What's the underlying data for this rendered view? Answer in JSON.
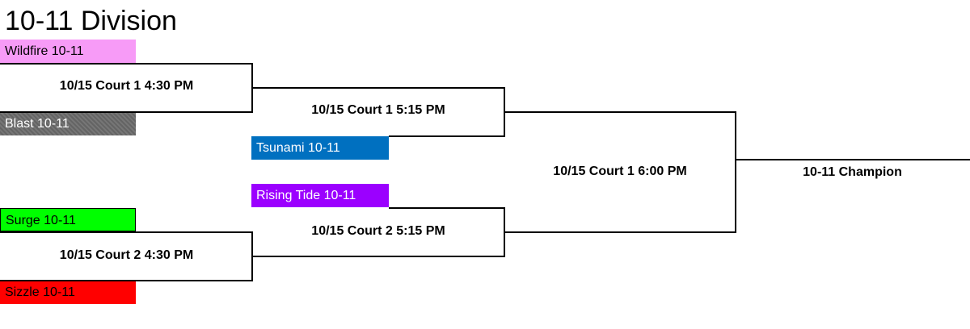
{
  "title": "10-11 Division",
  "teams": {
    "wildfire": {
      "name": "Wildfire 10-11",
      "color": "#f79bf7"
    },
    "blast": {
      "name": "Blast 10-11",
      "color": "#6a6a6a"
    },
    "tsunami": {
      "name": "Tsunami 10-11",
      "color": "#0070c0"
    },
    "rising_tide": {
      "name": "Rising Tide 10-11",
      "color": "#9b00ff"
    },
    "surge": {
      "name": "Surge 10-11",
      "color": "#00ff00"
    },
    "sizzle": {
      "name": "Sizzle 10-11",
      "color": "#ff0000"
    }
  },
  "games": {
    "r1_top": "10/15 Court 1 4:30 PM",
    "r1_bottom": "10/15 Court 2 4:30 PM",
    "r2_top": "10/15 Court 1 5:15 PM",
    "r2_bottom": "10/15 Court 2 5:15 PM",
    "final": "10/15 Court 1 6:00 PM"
  },
  "champion": "10-11 Champion"
}
